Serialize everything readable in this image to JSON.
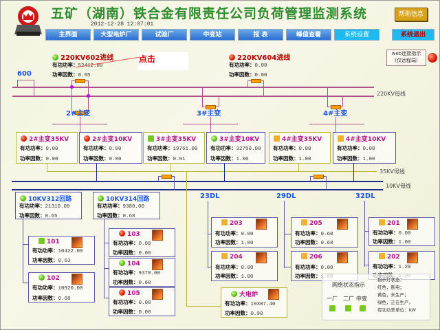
{
  "header": {
    "title": "五矿（湖南）铁合金有限责任公司负荷管理监测系统",
    "datetime": "2012-12-28 12:07:01",
    "help_label": "帮助信息"
  },
  "nav": [
    {
      "label": "主界面"
    },
    {
      "label": "大型电炉厂"
    },
    {
      "label": "试验厂"
    },
    {
      "label": "中变站"
    },
    {
      "label": "报 表"
    },
    {
      "label": "峰值查看"
    },
    {
      "label": "系统设置"
    },
    {
      "label": "系统退出"
    }
  ],
  "labels": {
    "p": "有功功率：",
    "pf": "功率因数："
  },
  "annotation": {
    "click_hint": "点击"
  },
  "web_indicator": {
    "line1": "web连接指示",
    "line2": "(仅远程端)",
    "status": "red"
  },
  "buses": {
    "b220": "220KV母线",
    "b35": "35KV母线",
    "b10": "10KV母线",
    "label600": "600"
  },
  "lines220": [
    {
      "name": "220KV602进线",
      "status": "green",
      "p": "52412.80",
      "pf": "0.95"
    },
    {
      "name": "220KV604进线",
      "status": "red",
      "p": "0.00",
      "pf": "0.00"
    }
  ],
  "transformers": [
    "2#主变",
    "3#主变",
    "4#主变"
  ],
  "tx_sides": [
    {
      "name": "2#主变35KV",
      "status": "red",
      "shape": "ball",
      "p": "0.00",
      "pf": "0.00"
    },
    {
      "name": "2#主变10KV",
      "status": "red",
      "shape": "ball",
      "p": "0.00",
      "pf": "0.00"
    },
    {
      "name": "3#主变35KV",
      "status": "green",
      "shape": "square",
      "p": "19761.00",
      "pf": "0.91"
    },
    {
      "name": "3#主变10KV",
      "status": "green",
      "shape": "ball",
      "p": "32750.00",
      "pf": "1.00"
    },
    {
      "name": "4#主变35KV",
      "status": "orange",
      "shape": "square",
      "p": "0.00",
      "pf": "1.00"
    },
    {
      "name": "4#主变10KV",
      "status": "orange",
      "shape": "square",
      "p": "0.00",
      "pf": "1.00"
    }
  ],
  "loops10": [
    {
      "name": "10KV312回路",
      "status": "green",
      "p": "21310.00",
      "pf": "0.65"
    },
    {
      "name": "10KV314回路",
      "status": "green",
      "p": "9380.00",
      "pf": "0.68"
    }
  ],
  "feeders": [
    "23DL",
    "29DL",
    "32DL"
  ],
  "furnaces": [
    {
      "name": "101",
      "status": "green",
      "shape": "square",
      "p": "10422.00",
      "pf": "0.63"
    },
    {
      "name": "102",
      "status": "green",
      "shape": "ball",
      "p": "10920.00",
      "pf": "0.68"
    },
    {
      "name": "103",
      "status": "red",
      "shape": "ball",
      "p": "0.00",
      "pf": "0.00"
    },
    {
      "name": "104",
      "status": "green",
      "shape": "ball",
      "p": "9370.00",
      "pf": "0.68"
    },
    {
      "name": "105",
      "status": "red",
      "shape": "ball",
      "p": "0.00",
      "pf": "0.00"
    },
    {
      "name": "203",
      "status": "orange",
      "shape": "square",
      "p": "0.00",
      "pf": "1.00"
    },
    {
      "name": "204",
      "status": "orange",
      "shape": "square",
      "p": "0.00",
      "pf": "1.00"
    },
    {
      "name": "205",
      "status": "orange",
      "shape": "square",
      "p": "0.60",
      "pf": "0.68"
    },
    {
      "name": "206",
      "status": "orange",
      "shape": "square",
      "p": "0.00",
      "pf": "1.00"
    },
    {
      "name": "201",
      "status": "orange",
      "shape": "square",
      "p": "0.00",
      "pf": "1.00"
    },
    {
      "name": "202",
      "status": "orange",
      "shape": "square",
      "p": "1.20",
      "pf": "1.00"
    },
    {
      "name": "大电炉",
      "status": "green",
      "shape": "ball",
      "p": "19307.40",
      "pf": "0.90"
    }
  ],
  "legend": {
    "title": "网络状态指示",
    "plants": [
      {
        "label": "一厂",
        "status": "green"
      },
      {
        "label": "二厂",
        "status": "green"
      },
      {
        "label": "中变",
        "status": "green"
      }
    ],
    "notes": [
      "指示灯状态：",
      "红色，断电；",
      "黄色，未生产；",
      "绿色，正在生产。",
      "有功功率单位：KW"
    ]
  },
  "colors": {
    "red": "#d41a00",
    "green": "#5cb814",
    "orange": "#f0b030",
    "bus220": "#b0508a",
    "bus35": "#b8b830",
    "bus10": "#1a2a8a",
    "brand": "#2e8b2e"
  }
}
